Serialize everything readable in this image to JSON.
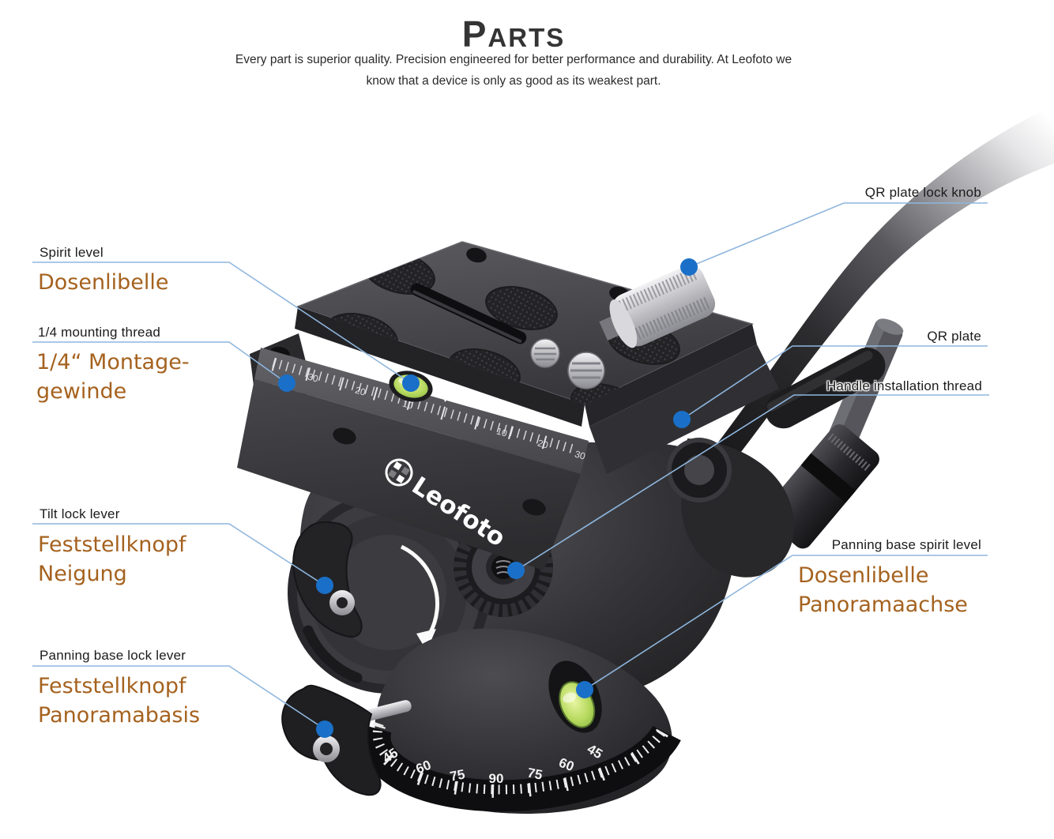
{
  "header": {
    "title_initial": "P",
    "title_rest": "ARTS",
    "subtitle_line1": "Every part is superior quality. Precision engineered for better performance and durability. At Leofoto we",
    "subtitle_line2": "know that a device is only as good as its weakest part."
  },
  "product": {
    "brand": "Leofoto",
    "plate_scale_left": [
      "30",
      "20",
      "10"
    ],
    "plate_scale_right": [
      "10",
      "20",
      "30"
    ],
    "base_scale": [
      "45",
      "60",
      "75",
      "90",
      "75",
      "60",
      "45"
    ]
  },
  "labels": {
    "qr_plate_lock_knob": {
      "en": "QR plate lock knob"
    },
    "spirit_level": {
      "en": "Spirit level",
      "de": "Dosenlibelle"
    },
    "mounting_thread": {
      "en": "1/4 mounting thread",
      "de_line1": "1/4“ Montage-",
      "de_line2": "gewinde"
    },
    "qr_plate": {
      "en": "QR plate"
    },
    "handle_thread": {
      "en": "Handle installation thread"
    },
    "tilt_lock": {
      "en": "Tilt lock lever",
      "de_line1": "Feststellknopf",
      "de_line2": "Neigung"
    },
    "pan_spirit": {
      "en": "Panning base spirit level",
      "de_line1": "Dosenlibelle",
      "de_line2": "Panoramaachse"
    },
    "pan_lock": {
      "en": "Panning base lock lever",
      "de_line1": "Feststellknopf",
      "de_line2": "Panoramabasis"
    }
  },
  "colors": {
    "accent_dot_blue": "#1a70c8",
    "callout_line_blue": "#8fb6de",
    "label_german_brown": "#a5621f",
    "label_english_black": "#1b1b1b",
    "bubble_green": "#b6d95e"
  }
}
